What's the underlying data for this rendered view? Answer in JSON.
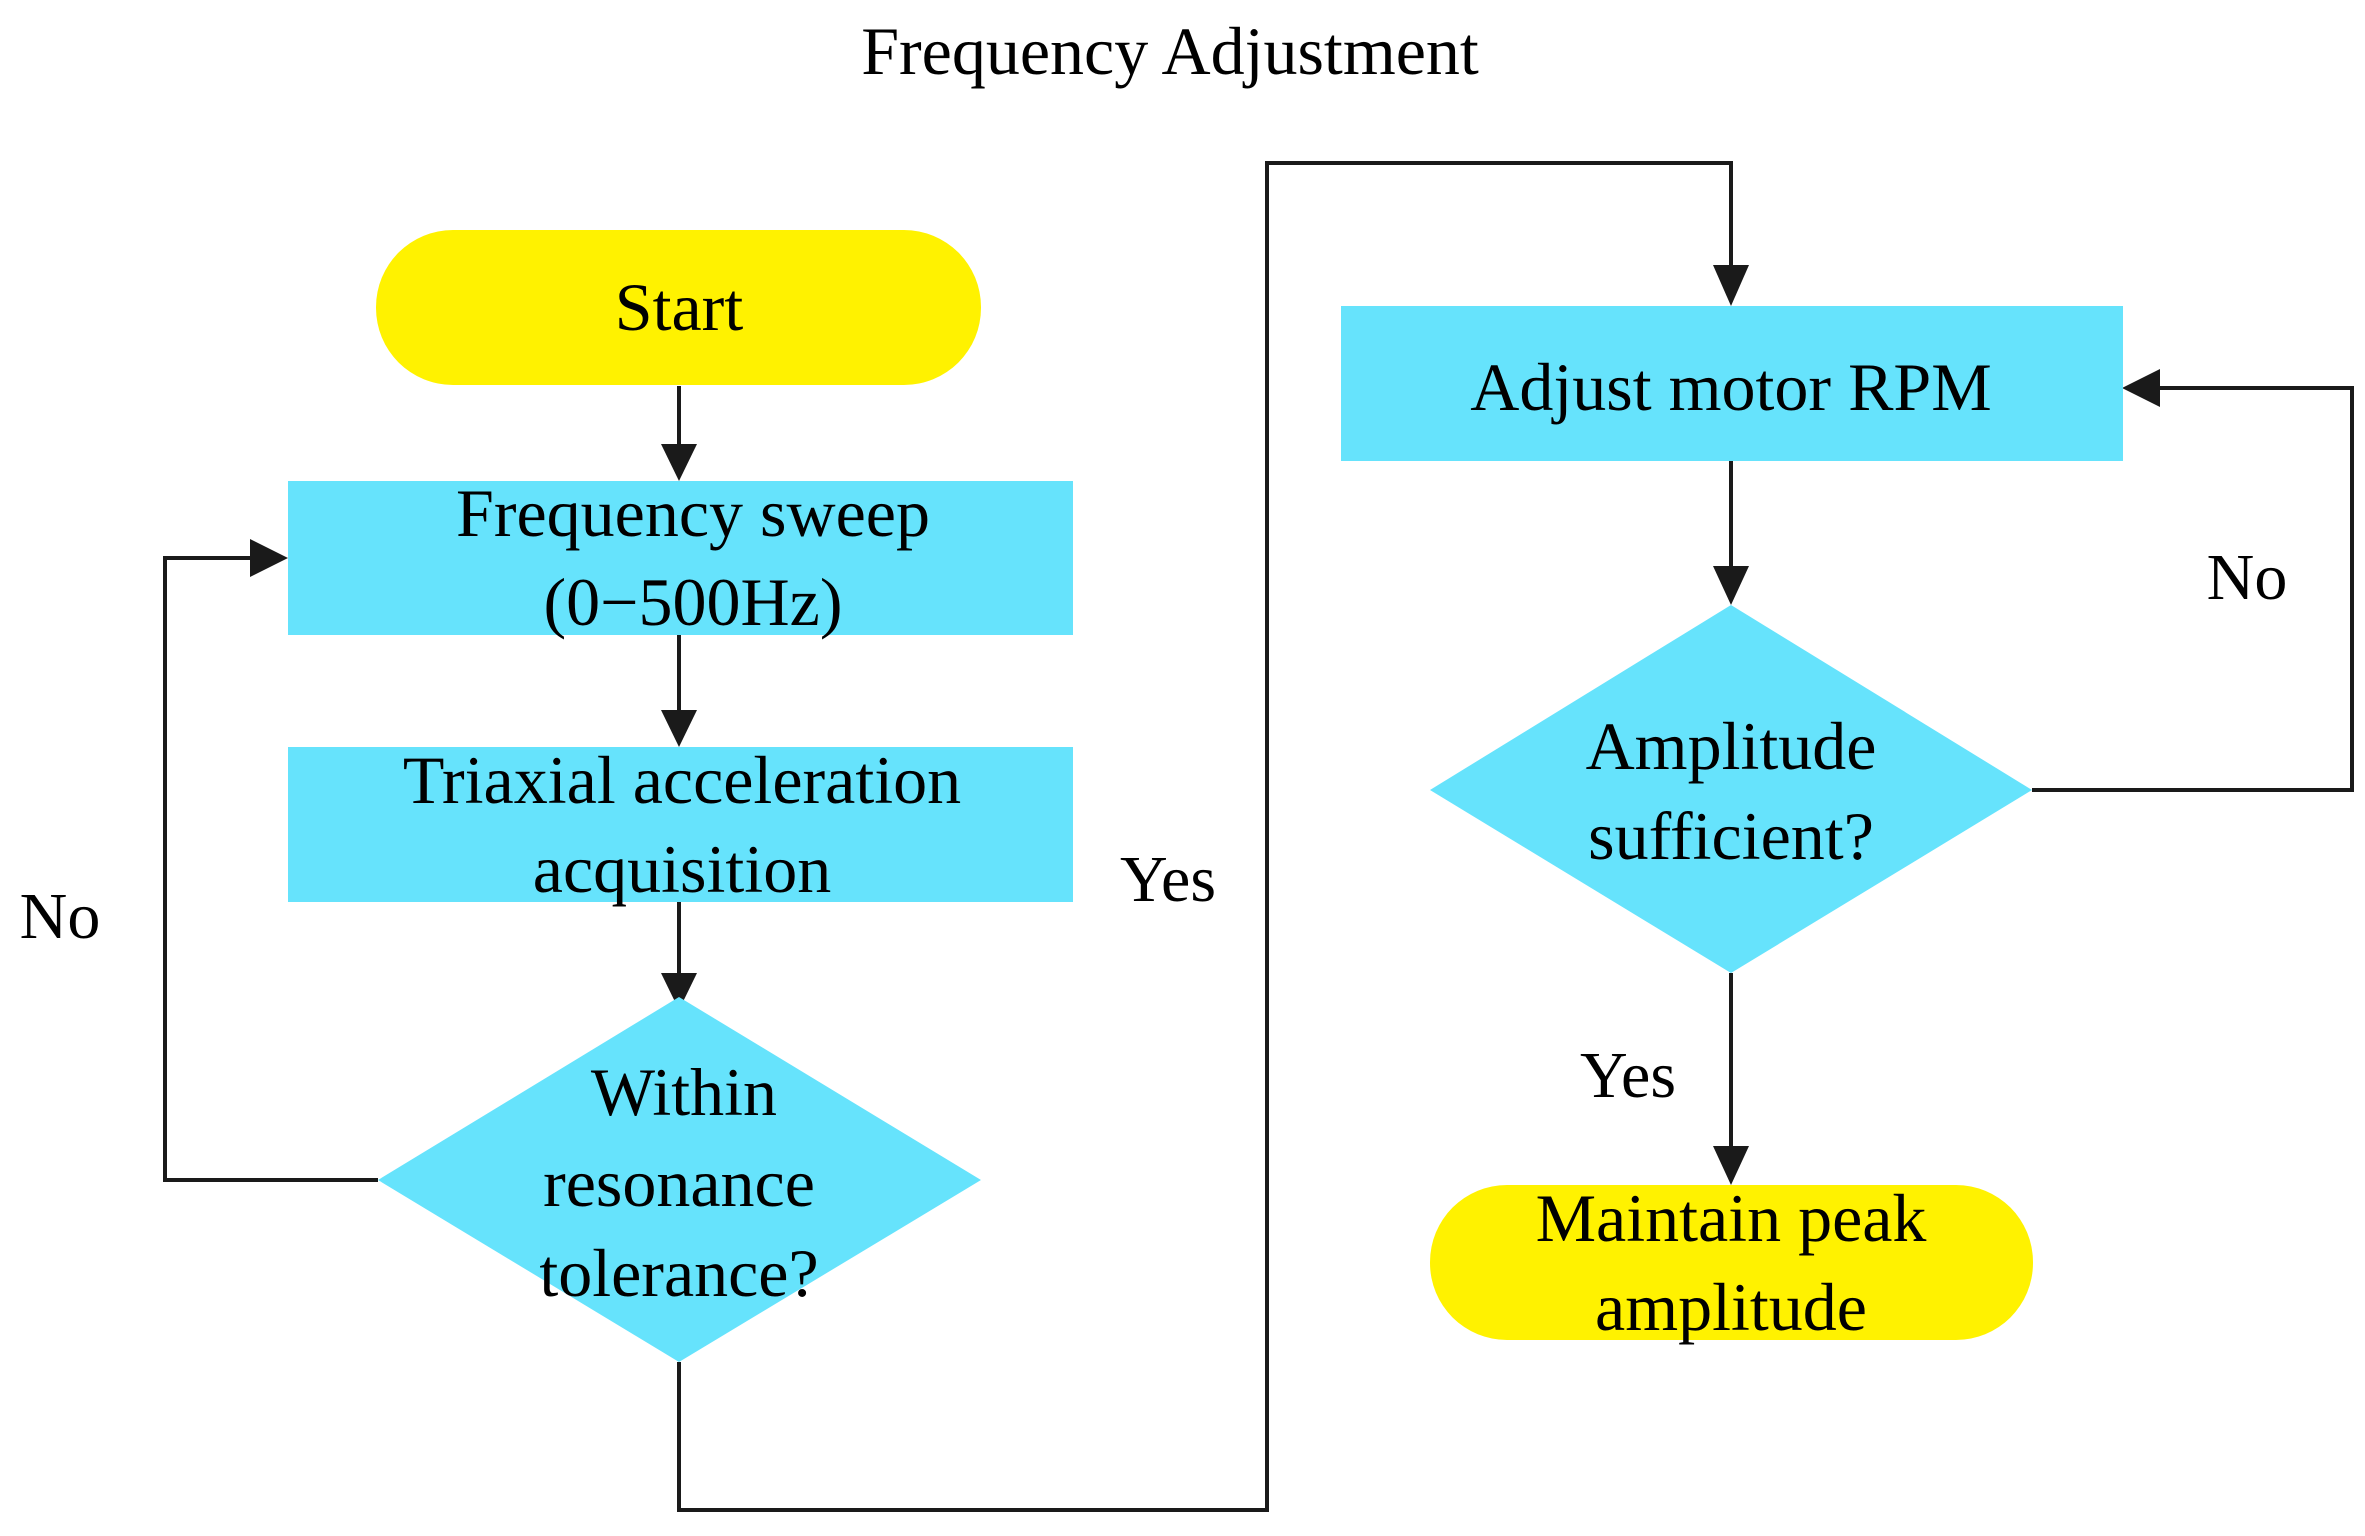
{
  "title": "Frequency Adjustment",
  "colors": {
    "terminal": "#FFF200",
    "process": "#66E3FC",
    "stroke": "#1a1a1a",
    "background": "#FFFFFF"
  },
  "nodes": {
    "start": {
      "line1": "Start"
    },
    "sweep": {
      "line1": "Frequency sweep",
      "line2": "(0−500Hz)"
    },
    "acquisition": {
      "line1": "Triaxial acceleration",
      "line2": "acquisition"
    },
    "resonance_check": {
      "line1": "Within",
      "line2": "resonance",
      "line3": "tolerance?"
    },
    "adjust_rpm": {
      "line1": "Adjust motor RPM"
    },
    "amplitude_check": {
      "line1": "Amplitude",
      "line2": "sufficient?"
    },
    "maintain": {
      "line1": "Maintain peak",
      "line2": "amplitude"
    }
  },
  "edge_labels": {
    "resonance_no": "No",
    "resonance_yes": "Yes",
    "amplitude_no": "No",
    "amplitude_yes": "Yes"
  }
}
